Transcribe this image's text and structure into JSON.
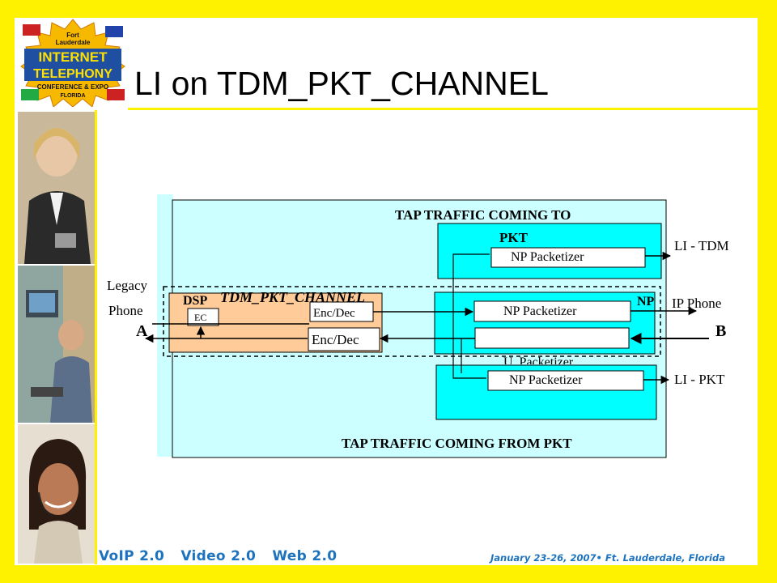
{
  "slide": {
    "title": "LI on TDM_PKT_CHANNEL",
    "logo_text": [
      "Fort",
      "Lauderdale",
      "INTERNET",
      "TELEPHONY",
      "CONFERENCE & EXPO",
      "FLORIDA"
    ],
    "footer_tags": [
      "VoIP 2.0",
      "Video 2.0",
      "Web 2.0"
    ],
    "footer_event": "January 23-26, 2007• Ft. Lauderdale, Florida"
  },
  "diagram": {
    "tap_top": "TAP TRAFFIC COMING TO",
    "tap_top_cont": "PKT",
    "tap_bottom": "TAP TRAFFIC COMING FROM PKT",
    "legacy_phone": [
      "Legacy",
      "Phone"
    ],
    "label_a": "A",
    "label_b": "B",
    "dsp": "DSP",
    "ec": "EC",
    "channel": "TDM_PKT_CHANNEL",
    "enc_dec_1": "Enc/Dec",
    "enc_dec_2": "Enc/Dec",
    "np_packetizer_top": "NP Packetizer",
    "np_packetizer_mid": "NP Packetizer",
    "np_packetizer_bottom": "NP Packetizer",
    "np": "NP",
    "ip_phone": "IP Phone",
    "li_tdm": "LI - TDM",
    "li_pkt": "LI - PKT",
    "u_packetizer": "U_Packetizer"
  },
  "colors": {
    "frame": "#FFF200",
    "light_cyan": "#CCFFFF",
    "cyan": "#00FFFF",
    "dsp_fill": "#FFCC99",
    "footer_blue": "#1E73BE"
  }
}
